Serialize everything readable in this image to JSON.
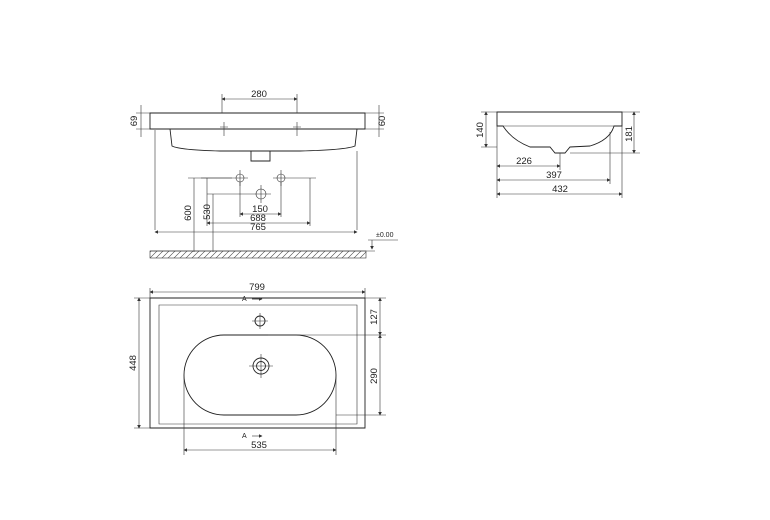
{
  "front_view": {
    "dims": {
      "tap_spacing": "280",
      "rim_height": "69",
      "rim_height_right": "60",
      "drain_spacing": "150",
      "pipe_width": "688",
      "overall_width": "765",
      "drain_height": "600",
      "pipe_height": "530"
    },
    "floor_label": "±0.00"
  },
  "side_view": {
    "dims": {
      "bowl_height": "140",
      "total_height": "181",
      "drain_depth": "226",
      "bowl_depth": "397",
      "total_depth": "432"
    }
  },
  "top_view": {
    "dims": {
      "top_width": "799",
      "top_depth": "448",
      "tap_offset": "127",
      "bowl_length": "290",
      "bowl_width": "535"
    },
    "section_marker_top": "A",
    "section_marker_bottom": "A"
  }
}
